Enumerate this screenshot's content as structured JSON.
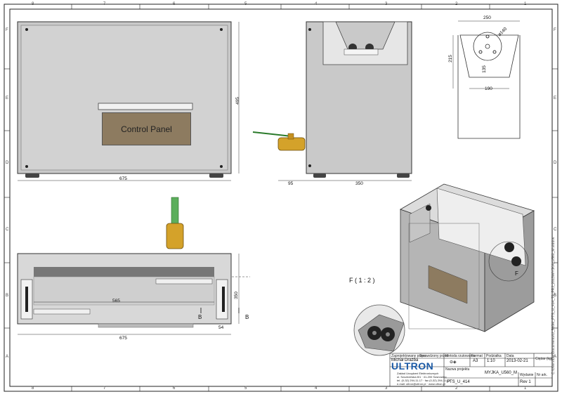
{
  "frame": {
    "col_labels": [
      "8",
      "7",
      "6",
      "5",
      "4",
      "3",
      "2",
      "1"
    ],
    "row_labels": [
      "F",
      "E",
      "D",
      "C",
      "B",
      "A"
    ]
  },
  "front_view": {
    "panel_label": "Control Panel",
    "dim_width": "675",
    "dim_height": "495"
  },
  "side_view": {
    "dim_valve": "95",
    "dim_depth": "350"
  },
  "section_view": {
    "dim_width": "250",
    "dim_diameter": "ø140",
    "dim_height": "215",
    "dim_inner": "135",
    "dim_bottom": "190"
  },
  "top_view": {
    "dim_inner": "565",
    "dim_width": "675",
    "dim_depth": "350",
    "dim_small": "54",
    "section_marker": "B"
  },
  "detail": {
    "title": "F ( 1 : 2 )",
    "marker": "F"
  },
  "title_block": {
    "designed_by_label": "Zaprojektowany przez",
    "designed_by": "Michał Drażba",
    "checked_label": "Sprawdzony przez",
    "method_label": "Metoda rzutowania",
    "format_label": "Format",
    "format": "A3",
    "scale_label": "Podziałka",
    "scale": "1:10",
    "date_label": "Data",
    "date": "2013-02-21",
    "weight_label": "Ciężar (kg)",
    "product_name_label": "Nazwa projektu",
    "product_name": "MYJKA_U560_M",
    "drawing_number": "PTS_U_414",
    "edition_label": "Wydanie",
    "edition": "Rev 1",
    "sheet_label": "Nr ark.",
    "company": "ULTRON",
    "company_sub": "Zakład Urządzeń Elektronicznych",
    "address": "ul. Szczecińska 8/1 · 41-200 Sosnowiec",
    "phone": "tel. (0-32) 294-11-17 · fax (0-32) 294-11-18",
    "email": "e-mail: ultron@ultron.pl · www.ultron.pl"
  },
  "file_path": "C:\\Users\\Del\\Documents\\U_560M_PTS_U_414_79_PRJ_2013\\MYJKA_U560_M.slddrw"
}
